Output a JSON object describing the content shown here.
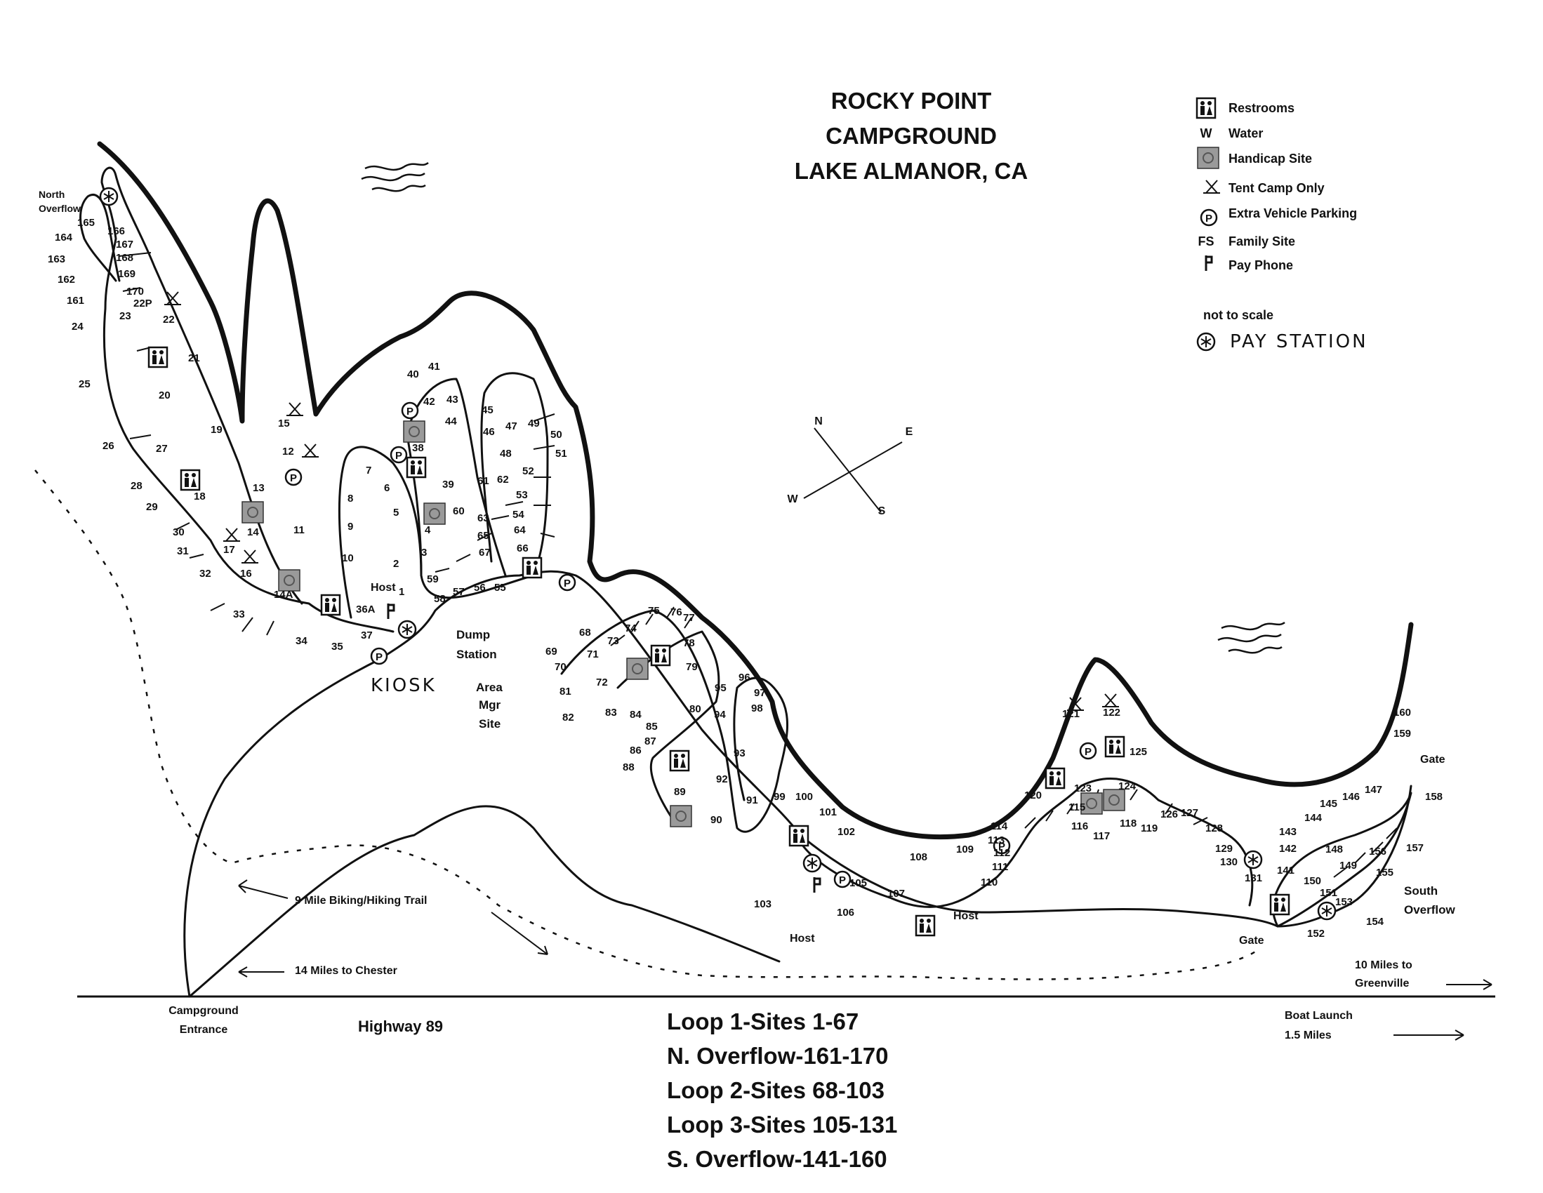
{
  "title": [
    "ROCKY POINT",
    "CAMPGROUND",
    "LAKE ALMANOR, CA"
  ],
  "legend": {
    "items": [
      {
        "icon": "restroom-icon",
        "label": "Restrooms"
      },
      {
        "icon": "water-icon",
        "symbol": "W",
        "label": "Water"
      },
      {
        "icon": "handicap-site-icon",
        "label": "Handicap Site"
      },
      {
        "icon": "tent-icon",
        "label": "Tent Camp Only"
      },
      {
        "icon": "parking-icon",
        "symbol": "P",
        "label": "Extra Vehicle Parking"
      },
      {
        "icon": "family-site-icon",
        "symbol": "FS",
        "label": "Family Site"
      },
      {
        "icon": "pay-phone-icon",
        "label": "Pay Phone"
      }
    ],
    "note": "not to scale",
    "pay_station": "PAY STATION"
  },
  "compass": {
    "n": "N",
    "e": "E",
    "s": "S",
    "w": "W"
  },
  "area_labels": {
    "north_overflow": [
      "North",
      "Overflow"
    ],
    "south_overflow": [
      "South",
      "Overflow"
    ],
    "dump_station": [
      "Dump",
      "Station"
    ],
    "area_mgr": [
      "Area",
      "Mgr",
      "Site"
    ],
    "kiosk": "KIOSK",
    "host": "Host",
    "gate": "Gate",
    "bike_trail": "9 Mile Biking/Hiking Trail",
    "to_chester": "14 Miles to Chester",
    "to_greenville": [
      "10 Miles to",
      "Greenville"
    ],
    "boat_launch": [
      "Boat Launch",
      "1.5 Miles"
    ],
    "entrance": [
      "Campground",
      "Entrance"
    ],
    "highway": "Highway 89"
  },
  "loops": [
    "Loop 1-Sites 1-67",
    "N. Overflow-161-170",
    "Loop 2-Sites 68-103",
    "Loop 3-Sites 105-131",
    "S. Overflow-141-160"
  ],
  "site_numbers": [
    "1",
    "2",
    "3",
    "4",
    "5",
    "6",
    "7",
    "8",
    "9",
    "10",
    "11",
    "12",
    "13",
    "14",
    "14A",
    "15",
    "16",
    "17",
    "18",
    "19",
    "20",
    "21",
    "22",
    "22P",
    "23",
    "24",
    "25",
    "26",
    "27",
    "28",
    "29",
    "30",
    "31",
    "32",
    "33",
    "34",
    "35",
    "36A",
    "37",
    "38",
    "39",
    "40",
    "41",
    "42",
    "43",
    "44",
    "45",
    "46",
    "47",
    "48",
    "49",
    "50",
    "51",
    "52",
    "53",
    "54",
    "55",
    "56",
    "57",
    "58",
    "59",
    "60",
    "61",
    "62",
    "63",
    "64",
    "65",
    "66",
    "67",
    "68",
    "69",
    "70",
    "71",
    "72",
    "73",
    "74",
    "75",
    "76",
    "77",
    "78",
    "79",
    "80",
    "81",
    "82",
    "83",
    "84",
    "85",
    "86",
    "87",
    "88",
    "89",
    "90",
    "91",
    "92",
    "93",
    "94",
    "95",
    "96",
    "97",
    "98",
    "99",
    "100",
    "101",
    "102",
    "103",
    "105",
    "106",
    "107",
    "108",
    "109",
    "110",
    "111",
    "112",
    "113",
    "114",
    "115",
    "116",
    "117",
    "118",
    "119",
    "120",
    "121",
    "122",
    "123",
    "124",
    "125",
    "126",
    "127",
    "128",
    "129",
    "130",
    "131",
    "141",
    "142",
    "143",
    "144",
    "145",
    "146",
    "147",
    "148",
    "149",
    "150",
    "151",
    "152",
    "153",
    "154",
    "155",
    "156",
    "157",
    "158",
    "159",
    "160",
    "161",
    "162",
    "163",
    "164",
    "165",
    "166",
    "167",
    "168",
    "169",
    "170"
  ]
}
